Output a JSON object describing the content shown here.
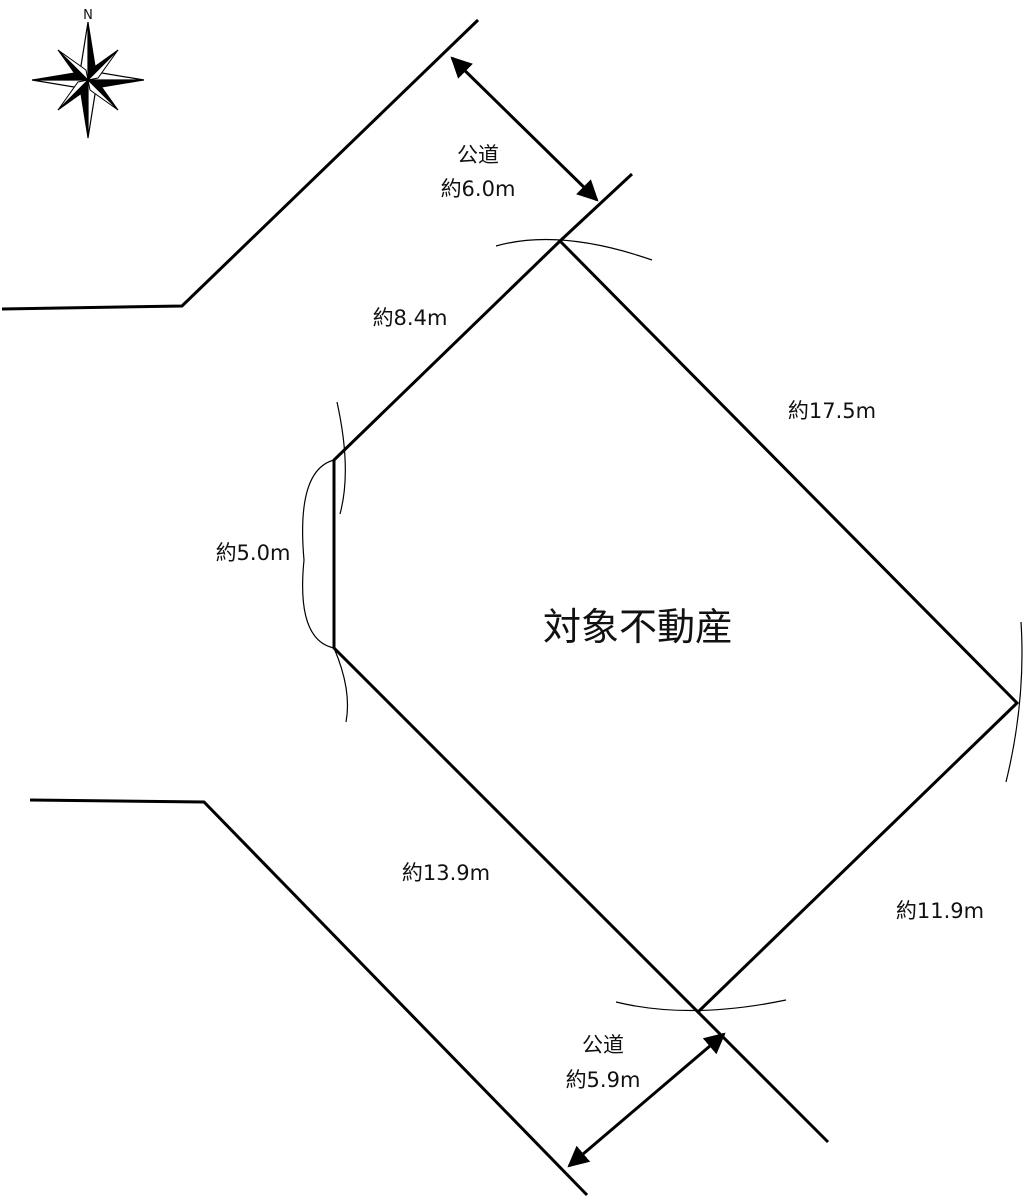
{
  "compass": {
    "north_label": "N",
    "icon": "compass-rose-icon"
  },
  "road_top": {
    "label": "公道",
    "width": "約6.0m"
  },
  "road_bottom": {
    "label": "公道",
    "width": "約5.9m"
  },
  "property": {
    "title": "対象不動産",
    "edges": {
      "north_west": "約8.4m",
      "west": "約5.0m",
      "north_east": "約17.5m",
      "south_west": "約13.9m",
      "south_east": "約11.9m"
    }
  }
}
